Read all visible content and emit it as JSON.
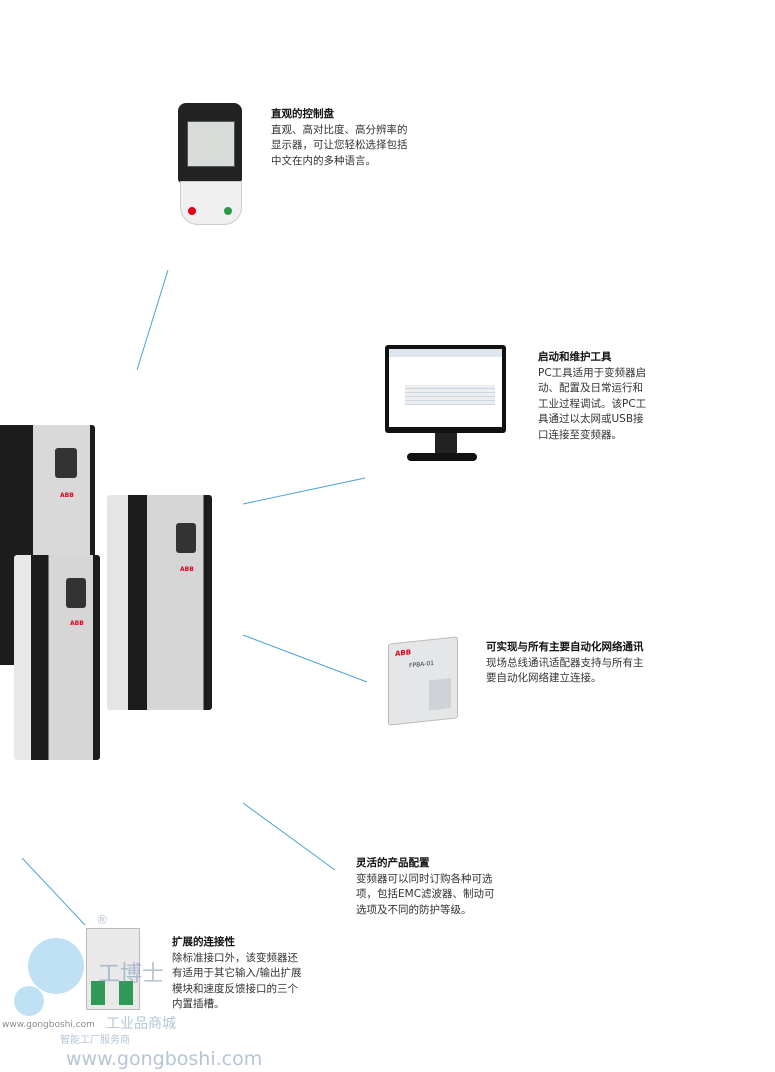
{
  "captions": [
    {
      "title": "直观的控制盘",
      "lines": [
        "直观、高对比度、高分辨率的",
        "显示器，可让您轻松选择包括",
        "中文在内的多种语言。"
      ]
    },
    {
      "title": "启动和维护工具",
      "lines": [
        "PC工具适用于变频器启",
        "动、配置及日常运行和",
        "工业过程调试。该PC工",
        "具通过以太网或USB接",
        "口连接至变频器。"
      ]
    },
    {
      "title": "可实现与所有主要自动化网络通讯",
      "lines": [
        "现场总线通讯适配器支持与所有主",
        "要自动化网络建立连接。"
      ]
    },
    {
      "title": "灵活的产品配置",
      "lines": [
        "变频器可以同时订购各种可选",
        "项，包括EMC滤波器、制动可",
        "选项及不同的防护等级。"
      ]
    },
    {
      "title": "扩展的连接性",
      "lines": [
        "除标准接口外，该变频器还",
        "有适用于其它输入/输出扩展",
        "模块和速度反馈接口的三个",
        "内置插槽。"
      ]
    }
  ],
  "product_labels": {
    "brand": "ABB",
    "module": "FPBA-01"
  },
  "watermark": {
    "brand": "工博士",
    "shop": "工业品商城",
    "tagline": "智能工厂服务商",
    "url": "www.gongboshi.com",
    "registered": "®"
  },
  "colors": {
    "leader_line": "#4aa3d8",
    "abb_red": "#e2001a"
  }
}
